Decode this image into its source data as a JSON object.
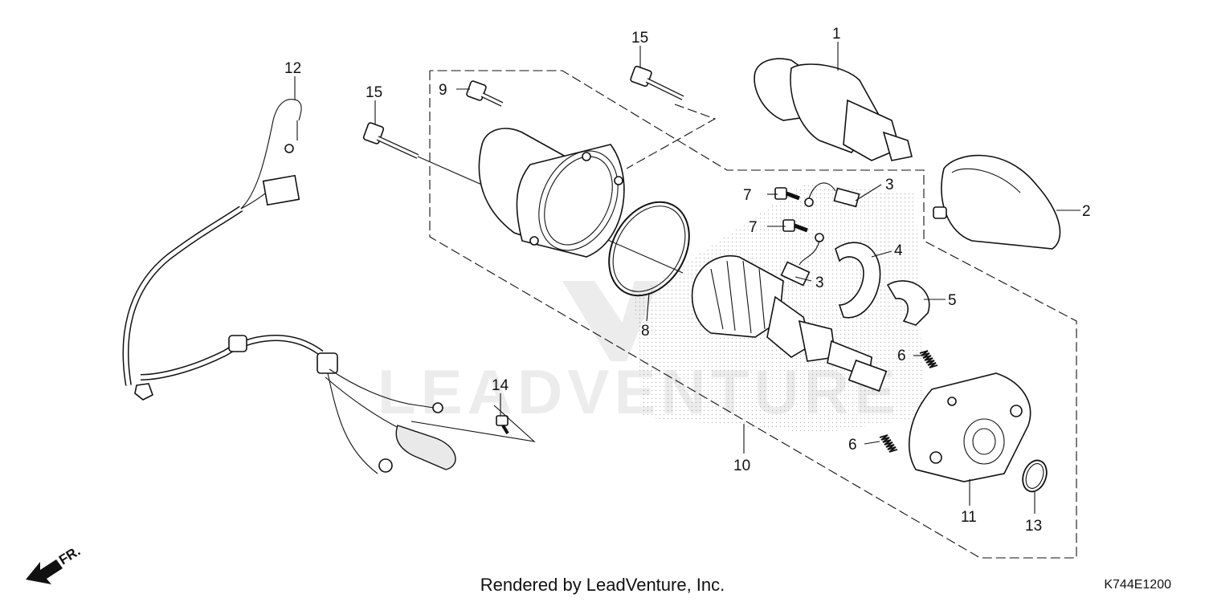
{
  "callouts": {
    "c1": "1",
    "c2": "2",
    "c3a": "3",
    "c3b": "3",
    "c4": "4",
    "c5": "5",
    "c6a": "6",
    "c6b": "6",
    "c7a": "7",
    "c7b": "7",
    "c8": "8",
    "c9": "9",
    "c10": "10",
    "c11": "11",
    "c12": "12",
    "c13": "13",
    "c14": "14",
    "c15a": "15",
    "c15b": "15"
  },
  "direction_arrow": {
    "label": "FR."
  },
  "watermark": "LEADVENTURE",
  "footer": "Rendered by LeadVenture, Inc.",
  "drawing_code": "K744E1200"
}
